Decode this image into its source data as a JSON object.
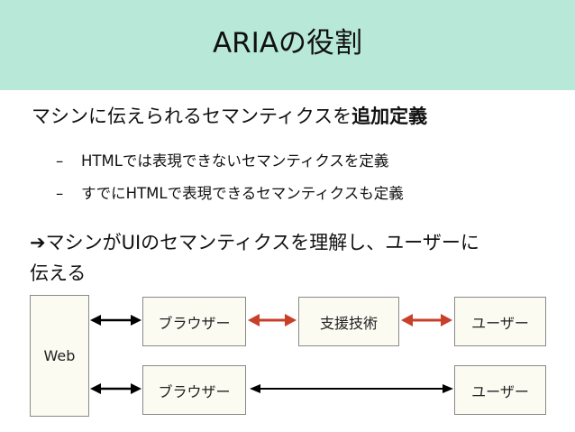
{
  "slide": {
    "title": "ARIAの役割",
    "lead_plain": "マシンに伝えられるセマンティクスを",
    "lead_bold": "追加定義",
    "bullets": [
      {
        "dash": "–",
        "text": "HTMLでは表現できないセマンティクスを定義"
      },
      {
        "dash": "–",
        "text": "すでにHTMLで表現できるセマンティクスも定義"
      }
    ],
    "para_line1": "➔マシンがUIのセマンティクスを理解し、ユーザーに",
    "para_line2": "伝える"
  },
  "diagram": {
    "web": "Web",
    "browser_top": "ブラウザー",
    "assistive_tech": "支援技術",
    "user_top": "ユーザー",
    "browser_bottom": "ブラウザー",
    "user_bottom": "ユーザー",
    "colors": {
      "black_arrow": "#000000",
      "red_arrow": "#c8402a",
      "box_fill": "#fbfbf2",
      "header": "#b7e8d8"
    }
  }
}
